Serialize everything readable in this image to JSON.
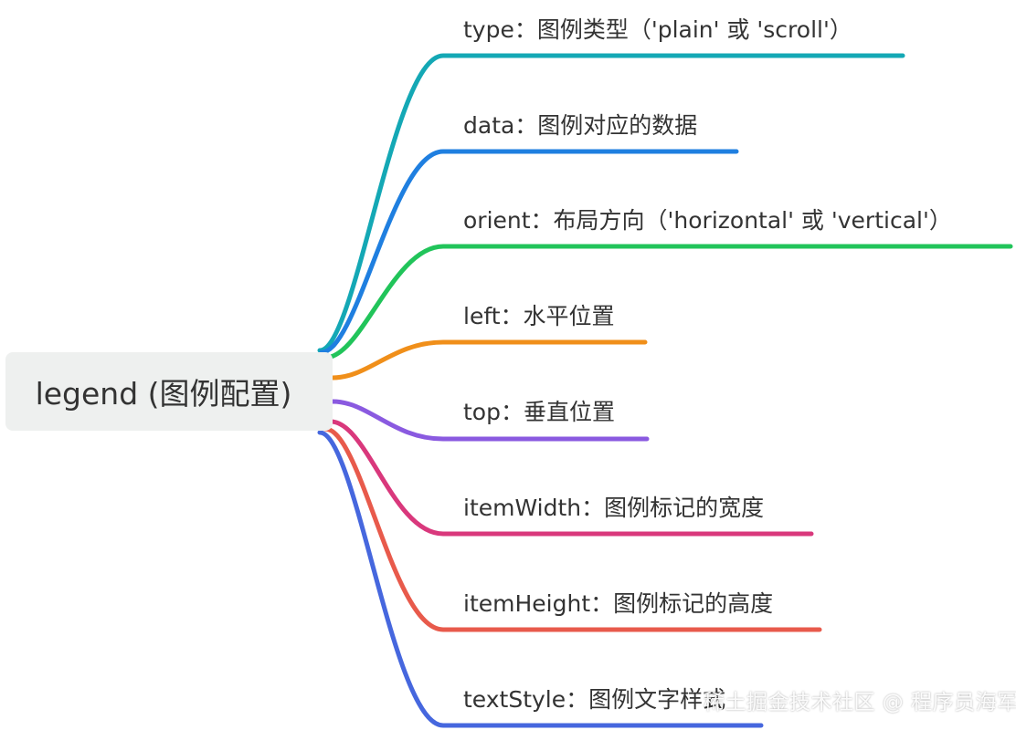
{
  "root": {
    "label": "legend (图例配置)"
  },
  "branches": [
    {
      "label": "type：图例类型（'plain' 或 'scroll'）",
      "color": "#14a8b5"
    },
    {
      "label": "data：图例对应的数据",
      "color": "#1f7fe0"
    },
    {
      "label": "orient：布局方向（'horizontal' 或 'vertical'）",
      "color": "#21c45a"
    },
    {
      "label": "left：水平位置",
      "color": "#f08f1a"
    },
    {
      "label": "top：垂直位置",
      "color": "#8a5ae0"
    },
    {
      "label": "itemWidth：图例标记的宽度",
      "color": "#d9387c"
    },
    {
      "label": "itemHeight：图例标记的高度",
      "color": "#e85a4b"
    },
    {
      "label": "textStyle：图例文字样式",
      "color": "#4667de"
    }
  ],
  "watermark": "稀土掘金技术社区 @ 程序员海军"
}
